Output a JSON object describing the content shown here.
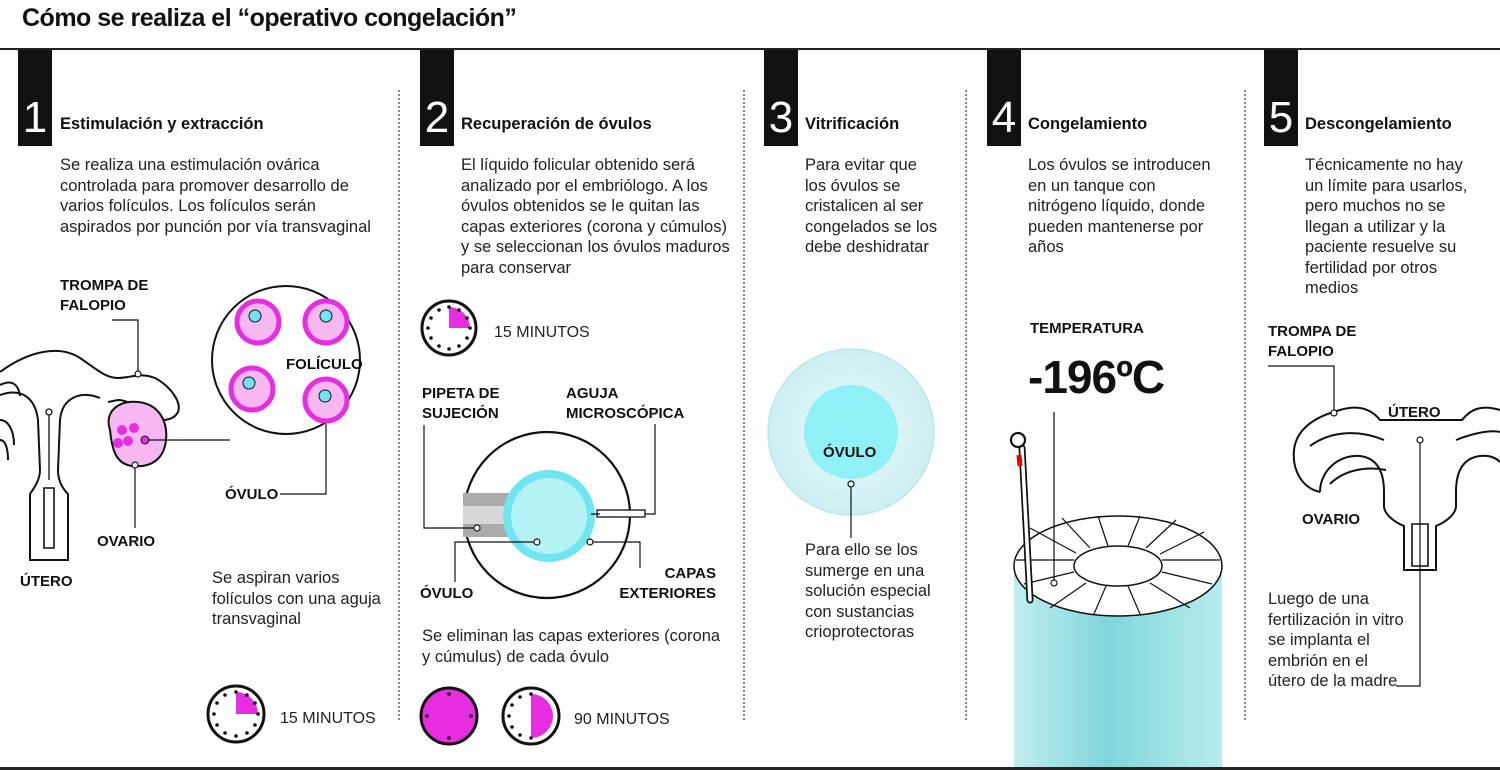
{
  "title": "Cómo se realiza el “operativo congelación”",
  "steps": [
    {
      "number": "1",
      "title": "Estimulación y extracción",
      "description": "Se realiza una estimulación ovárica controlada para promover desarrollo de varios folículos. Los folículos serán aspirados por punción por vía transvaginal",
      "labels": {
        "tube": "TROMPA DE FALOPIO",
        "follicle": "FOLÍCULO",
        "ovum": "ÓVULO",
        "ovary": "OVARIO",
        "uterus": "ÚTERO"
      },
      "note": "Se aspiran varios folículos con una aguja transvaginal",
      "timer": {
        "label": "15 MINUTOS",
        "fraction": 0.25
      }
    },
    {
      "number": "2",
      "title": "Recuperación de óvulos",
      "description": "El líquido folicular obtenido será analizado por el embriólogo. A los óvulos obtenidos se le quitan las capas exteriores (corona y cúmulos) y se seleccionan los óvulos maduros para conservar",
      "timer": {
        "label": "15 MINUTOS",
        "fraction": 0.25
      },
      "labels": {
        "pipette": "PIPETA DE SUJECIÓN",
        "needle": "AGUJA MICROSCÓPICA",
        "ovum": "ÓVULO",
        "layers": "CAPAS EXTERIORES"
      },
      "note": "Se eliminan las capas exteriores (corona y cúmulus) de cada óvulo",
      "timer2": {
        "label": "90 MINUTOS",
        "fraction": 0.5
      }
    },
    {
      "number": "3",
      "title": "Vitrificación",
      "description": "Para evitar que los óvulos se cristalicen al ser congelados se los debe deshidratar",
      "labels": {
        "ovum": "ÓVULO"
      },
      "note": "Para ello se los sumerge en una solución especial con sustancias crioprotectoras"
    },
    {
      "number": "4",
      "title": "Congelamiento",
      "description": "Los óvulos se introducen en un tanque con nitrógeno líquido, donde pueden mantenerse por años",
      "labels": {
        "temperature": "TEMPERATURA"
      },
      "temperature_value": "-196ºC"
    },
    {
      "number": "5",
      "title": "Descongelamiento",
      "description": "Técnicamente no hay un límite para usarlos, pero muchos no se llegan a utilizar y la paciente resuelve su fertilidad por otros medios",
      "labels": {
        "tube": "TROMPA DE FALOPIO",
        "uterus": "ÚTERO",
        "ovary": "OVARIO"
      },
      "note": "Luego de una fertilización in vitro se implanta el embrión en el útero de la madre"
    }
  ],
  "colors": {
    "magenta": "#e62ee0",
    "pink": "#f7b8f2",
    "cyan": "#6fe6ef",
    "cyan_light": "#d4f5f8",
    "tank": "#8fdde0",
    "ink": "#111111"
  }
}
